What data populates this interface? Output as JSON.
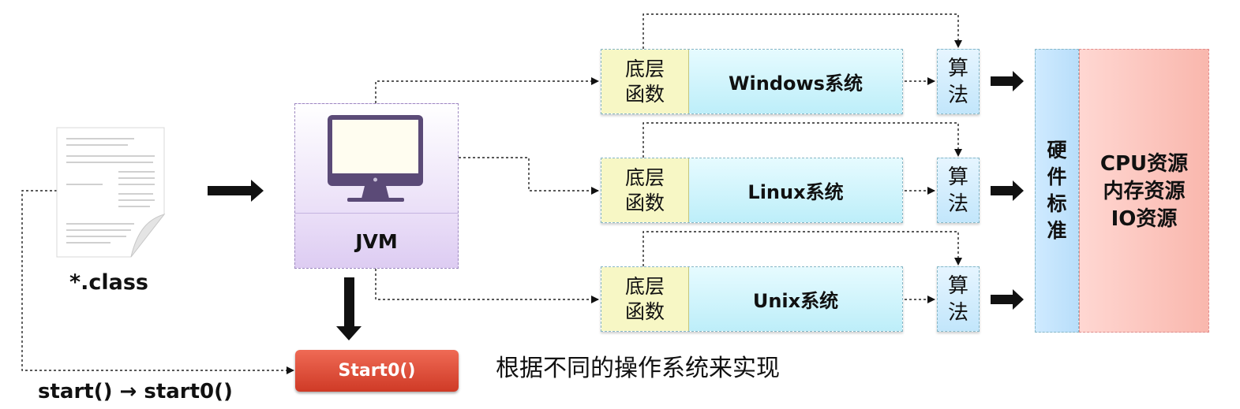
{
  "source_file": {
    "label": "*.class"
  },
  "jvm": {
    "label": "JVM"
  },
  "start_button": {
    "label": "Start0()"
  },
  "start_call": {
    "label": "start() → start0()"
  },
  "caption": "根据不同的操作系统来实现",
  "rows": [
    {
      "func_line1": "底层",
      "func_line2": "函数",
      "system": "Windows系统",
      "algo_line1": "算",
      "algo_line2": "法"
    },
    {
      "func_line1": "底层",
      "func_line2": "函数",
      "system": "Linux系统",
      "algo_line1": "算",
      "algo_line2": "法"
    },
    {
      "func_line1": "底层",
      "func_line2": "函数",
      "system": "Unix系统",
      "algo_line1": "算",
      "algo_line2": "法"
    }
  ],
  "hardware": {
    "lines": [
      "硬",
      "件",
      "标",
      "准"
    ]
  },
  "resources": {
    "lines": [
      "CPU资源",
      "内存资源",
      "IO资源"
    ]
  }
}
